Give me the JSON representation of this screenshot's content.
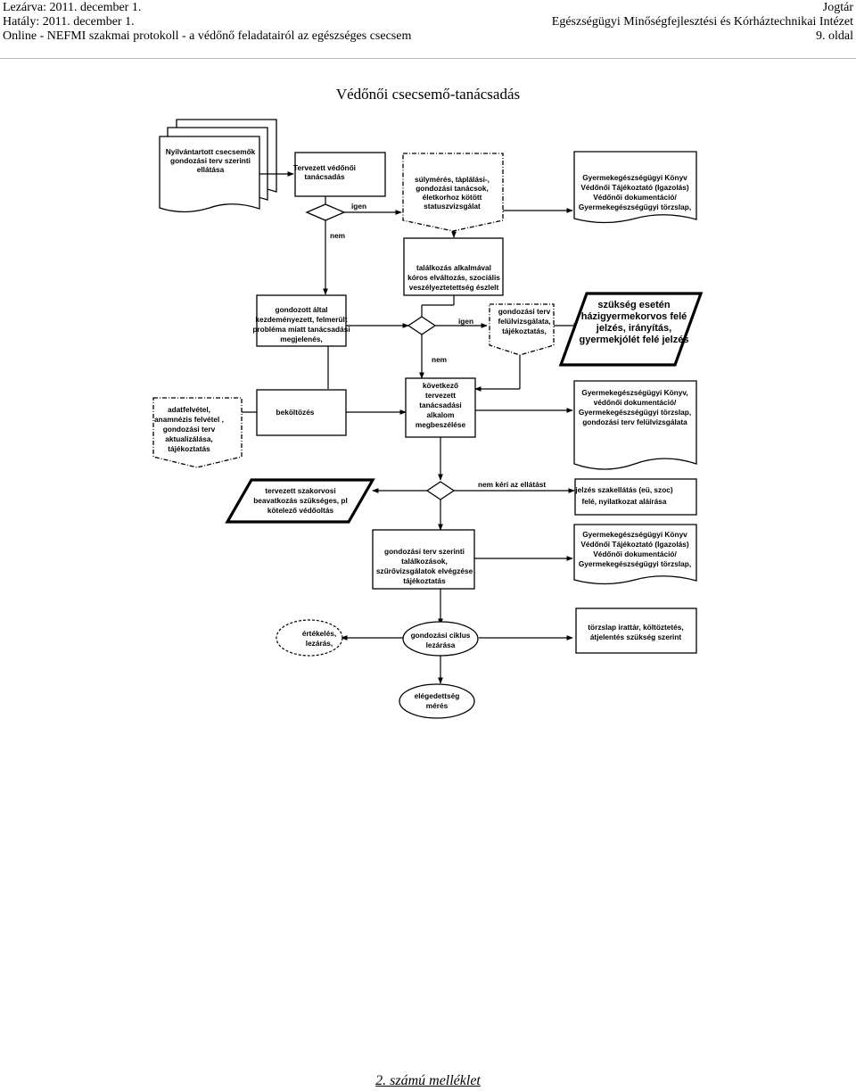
{
  "header": {
    "lezarva": "Lezárva: 2011. december 1.",
    "hataly": "Hatály: 2011. december 1.",
    "protocol": "Online - NEFMI szakmai protokoll - a védőnő feladatairól az egészséges csecsem",
    "publisher": "Jogtár",
    "institute": "Egészségügyi Minőségfejlesztési és Kórháztechnikai Intézet",
    "page": "9. oldal"
  },
  "title": "Védőnői csecsemő-tanácsadás",
  "flowchart": {
    "doc_registered": [
      "Nyilvántartott csecsemők",
      "gondozási terv szerinti",
      "ellátása"
    ],
    "planned_counseling": [
      "Tervezett védőnői",
      "tanácsadás"
    ],
    "activities": [
      "súlymérés, táplálási-,",
      "gondozási tanácsok,",
      "életkorhoz kötött",
      "statuszvizsgálat"
    ],
    "doc_books_1": [
      "Gyermekegészségügyi Könyv",
      "Védőnői Tájékoztató (Igazolás)",
      "Védőnői dokumentáció/",
      "Gyermekegészségügyi törzslap,"
    ],
    "label_igen_1": "igen",
    "label_nem_1": "nem",
    "meeting_detect": [
      "találkozás alkalmával",
      "kóros elváltozás, szociális",
      "veszélyeztetettség észlelt"
    ],
    "initiated_problem": [
      "gondozott által",
      "kezdeményezett, felmerült",
      "probléma miatt tanácsadási",
      "megjelenés,"
    ],
    "label_igen_2": "igen",
    "plan_review": [
      "gondozási terv",
      "felülvizsgálata,",
      "tájékoztatás,"
    ],
    "referral": [
      "szükség esetén",
      "házigyermekorvos felé",
      "jelzés, irányítás,",
      "gyermekjólét felé jelzés"
    ],
    "label_nem_2": "nem",
    "data_entry": [
      "adatfelvétel,",
      "anamnézis felvétel ,",
      "gondozási terv",
      "aktualizálása,",
      "tájékoztatás"
    ],
    "moving_in": "beköltözés",
    "next_appointment": [
      "következő",
      "tervezett",
      "tanácsadási",
      "alkalom",
      "megbeszélése"
    ],
    "doc_books_2": [
      "Gyermekegészségügyi Könyv,",
      "védőnői dokumentáció/",
      "Gyermekegészségügyi törzslap,",
      "gondozási terv felülvizsgálata"
    ],
    "specialist": [
      "tervezett szakorvosi",
      "beavatkozás szükséges, pl",
      "kötelező védőoltás"
    ],
    "label_refuses": "nem kéri az ellátást",
    "signal_specialist": [
      "jelzés szakellátás (eü, szoc)",
      "felé,   nyilatkozat aláírása"
    ],
    "plan_meetings": [
      "gondozási terv szerinti",
      "találkozások,",
      "szűrővizsgálatok elvégzése",
      "tájékoztatás"
    ],
    "doc_books_3": [
      "Gyermekegészségügyi Könyv",
      "Védőnői Tájékoztató (Igazolás)",
      "Védőnői dokumentáció/",
      "Gyermekegészségügyi törzslap,"
    ],
    "evaluation": [
      "értékelés,",
      "lezárás,"
    ],
    "cycle_close": [
      "gondozási ciklus",
      "lezárása"
    ],
    "archive": [
      "törzslap irattár, költöztetés,",
      "átjelentés szükség szerint"
    ],
    "satisfaction": [
      "elégedettség",
      "mérés"
    ]
  },
  "footer": "2. számú melléklet"
}
